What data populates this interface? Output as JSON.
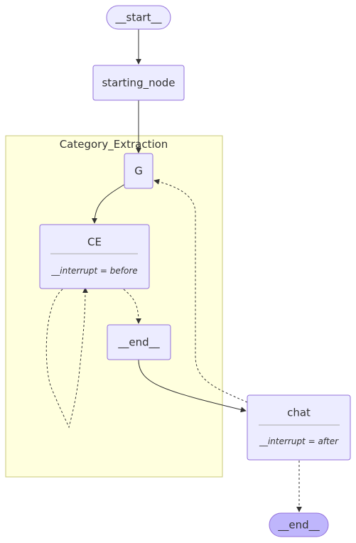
{
  "diagram": {
    "cluster": {
      "label": "Category_Extraction"
    },
    "nodes": {
      "start": {
        "label": "__start__"
      },
      "starting_node": {
        "label": "starting_node"
      },
      "g": {
        "label": "G"
      },
      "ce": {
        "label": "CE",
        "note": "__interrupt = before"
      },
      "inner_end": {
        "label": "__end__"
      },
      "chat": {
        "label": "chat",
        "note": "__interrupt = after"
      },
      "end": {
        "label": "__end__"
      }
    },
    "colors": {
      "node_fill": "#ECECFF",
      "node_stroke": "#9370DB",
      "terminal_end_fill": "#BFB6FC",
      "cluster_fill": "#FFFFDE",
      "cluster_stroke": "#C8C87A",
      "edge": "#333333",
      "text": "#333333"
    }
  }
}
